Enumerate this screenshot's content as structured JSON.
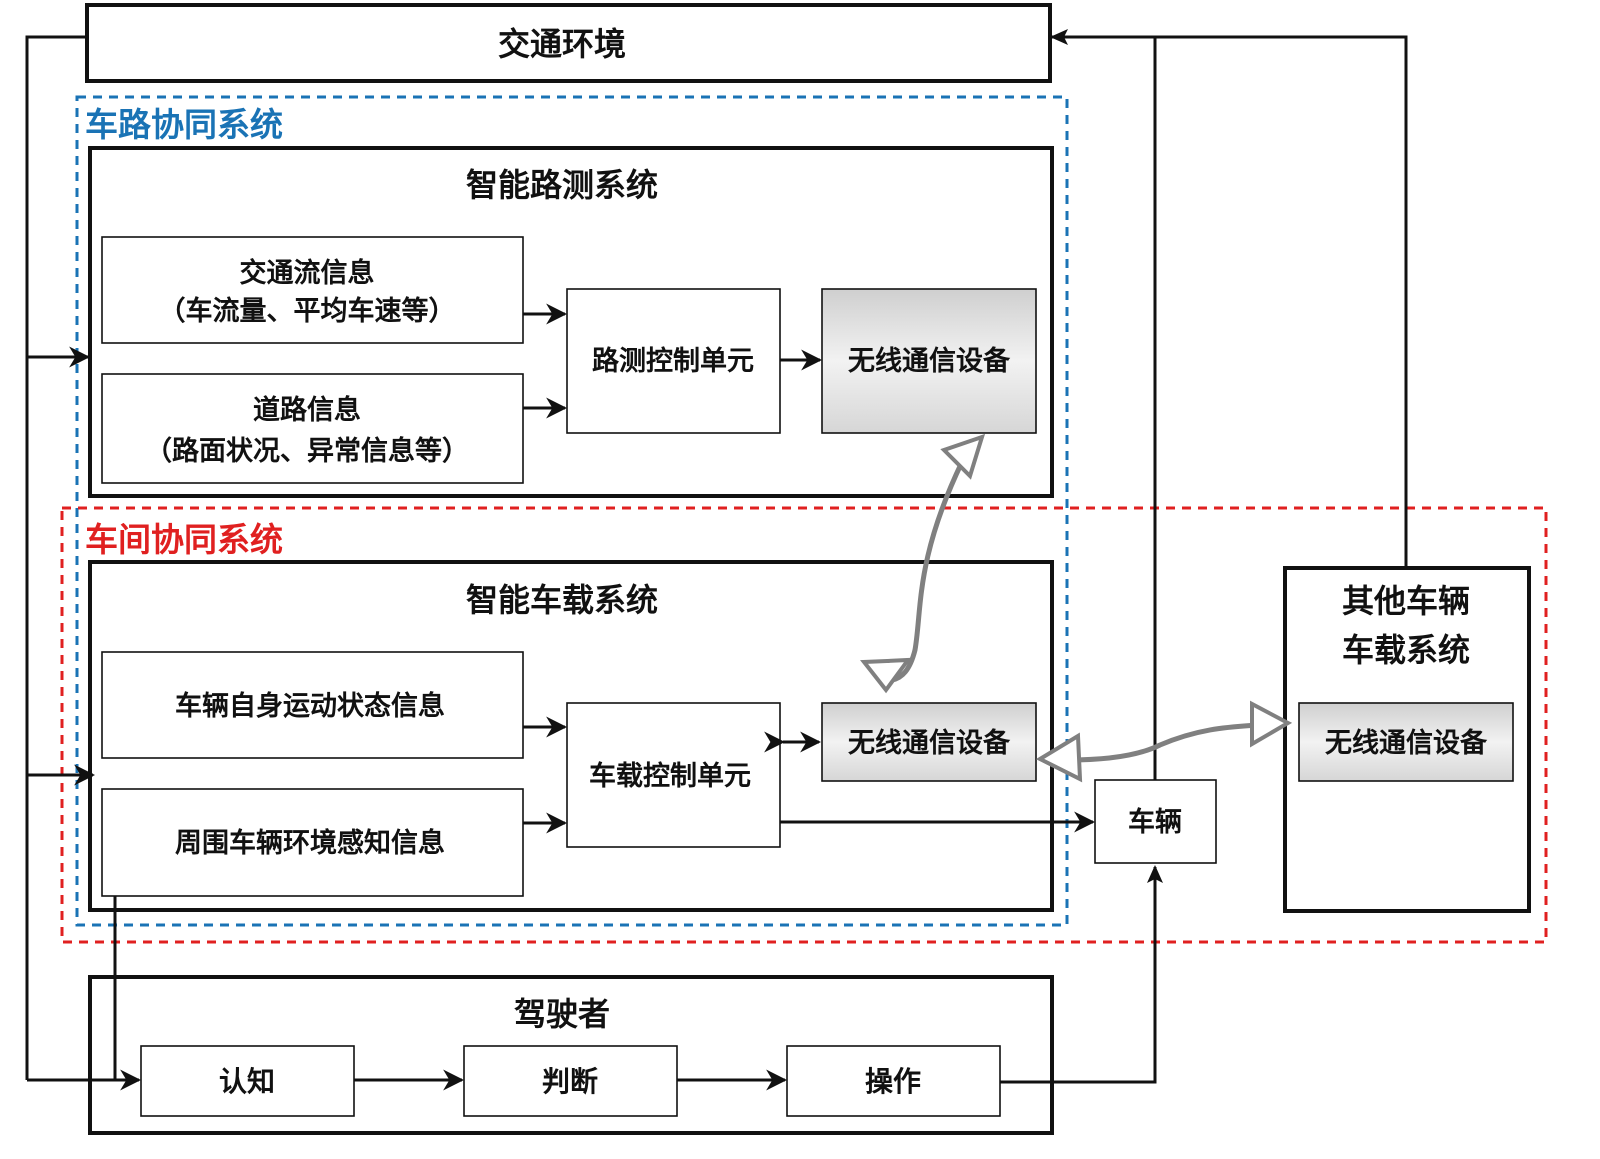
{
  "diagram": {
    "traffic_env": "交通环境",
    "cooperative_vr": {
      "label": "车路协同系统",
      "color": "#1a73b5"
    },
    "cooperative_vv": {
      "label": "车间协同系统",
      "color": "#e02020"
    },
    "roadside": {
      "title": "智能路测系统",
      "traffic_flow": {
        "line1": "交通流信息",
        "line2": "（车流量、平均车速等）"
      },
      "road_info": {
        "line1": "道路信息",
        "line2": "（路面状况、异常信息等）"
      },
      "control_unit": "路测控制单元",
      "wireless": "无线通信设备"
    },
    "onboard": {
      "title": "智能车载系统",
      "self_state": "车辆自身运动状态信息",
      "surround": "周围车辆环境感知信息",
      "control_unit": "车载控制单元",
      "wireless": "无线通信设备"
    },
    "vehicle": "车辆",
    "other_vehicles": {
      "line1": "其他车辆",
      "line2": "车载系统",
      "wireless": "无线通信设备"
    },
    "driver": {
      "title": "驾驶者",
      "cognition": "认知",
      "judgment": "判断",
      "operation": "操作"
    },
    "colors": {
      "arrow": "#111111",
      "wireless_link": "#808080",
      "device_fill": "#d9d9d9"
    }
  }
}
